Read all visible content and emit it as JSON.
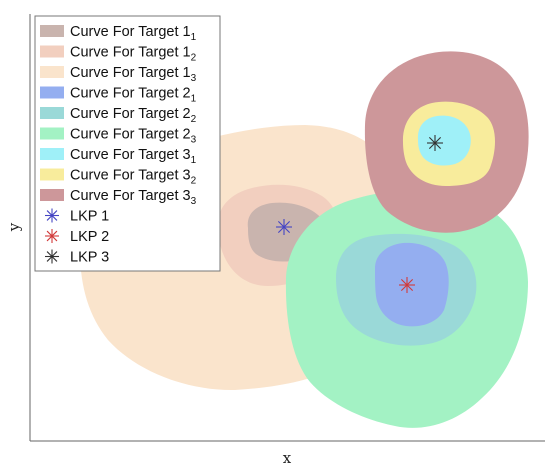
{
  "chart_data": {
    "type": "area",
    "xlabel": "x",
    "ylabel": "y",
    "grid": false,
    "legend_position": "top-left",
    "series": [
      {
        "name": "Curve For Target 1",
        "sub": "1",
        "color": "#c9b4ae",
        "opacity": 1
      },
      {
        "name": "Curve For Target 1",
        "sub": "2",
        "color": "#f2cfbf",
        "opacity": 1
      },
      {
        "name": "Curve For Target 1",
        "sub": "3",
        "color": "#fae4cc",
        "opacity": 1
      },
      {
        "name": "Curve For Target 2",
        "sub": "1",
        "color": "#94aef0",
        "opacity": 1
      },
      {
        "name": "Curve For Target 2",
        "sub": "2",
        "color": "#9ad9d8",
        "opacity": 1
      },
      {
        "name": "Curve For Target 2",
        "sub": "3",
        "color": "#a3f2c4",
        "opacity": 1
      },
      {
        "name": "Curve For Target 3",
        "sub": "1",
        "color": "#9ff0f8",
        "opacity": 1
      },
      {
        "name": "Curve For Target 3",
        "sub": "2",
        "color": "#f8ec9c",
        "opacity": 1
      },
      {
        "name": "Curve For Target 3",
        "sub": "3",
        "color": "#cd979a",
        "opacity": 1
      }
    ],
    "markers": [
      {
        "name": "LKP 1",
        "color": "#4545c4",
        "symbol": "asterisk"
      },
      {
        "name": "LKP 2",
        "color": "#d23a3a",
        "symbol": "asterisk"
      },
      {
        "name": "LKP 3",
        "color": "#333333",
        "symbol": "asterisk"
      }
    ]
  }
}
